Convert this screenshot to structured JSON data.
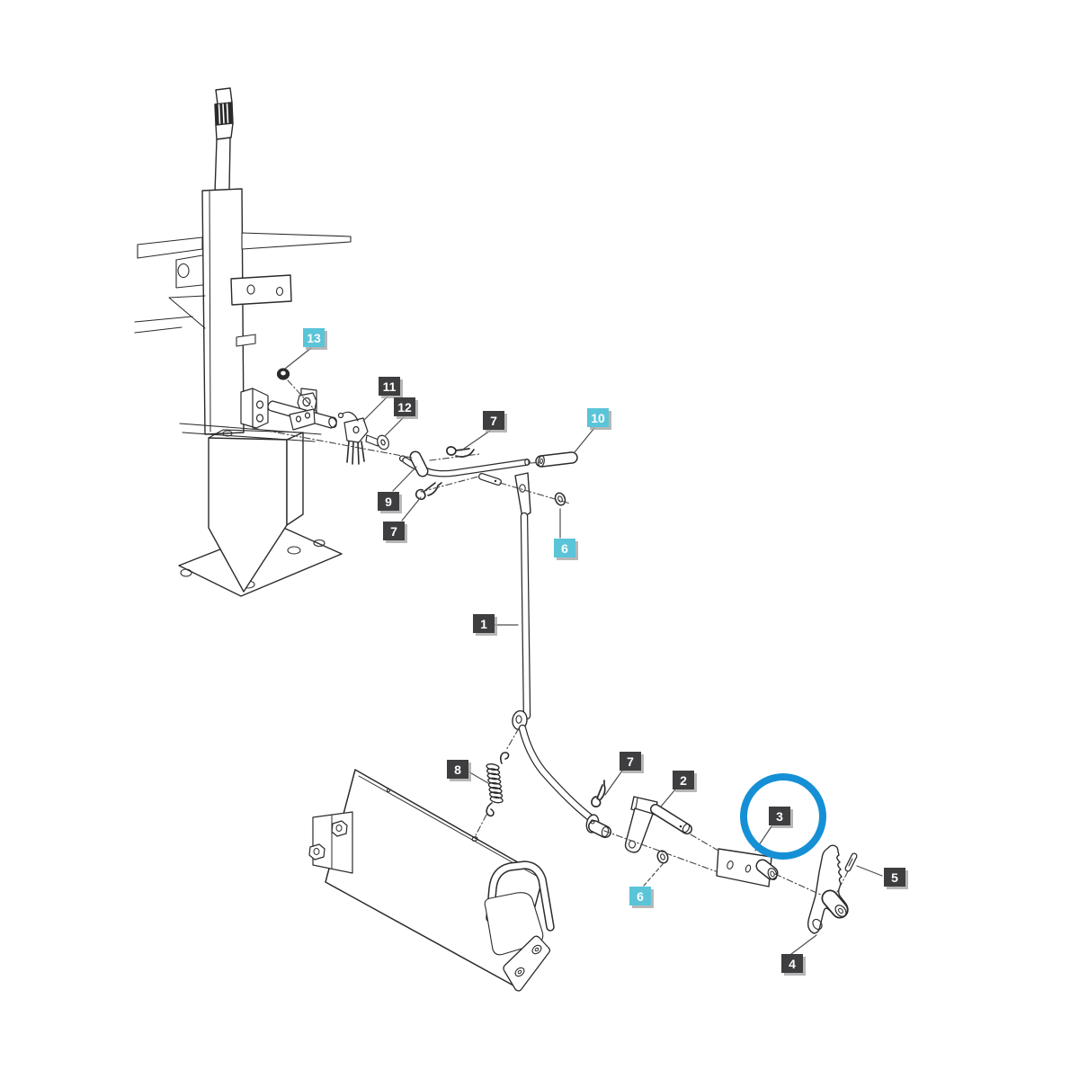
{
  "diagram": {
    "type": "exploded-parts-diagram",
    "background_color": "#ffffff",
    "line_color": "#2b2b2b",
    "label_style": {
      "dark_bg": "#3e3e40",
      "highlight_bg": "#5ac4d8",
      "text_color": "#fdfdfd",
      "shadow_color": "#a5a5a5"
    },
    "highlight_circle": {
      "marks_part": "3",
      "color": "#1590d6",
      "radius": 44,
      "stroke_width": 8
    },
    "parts": [
      {
        "number": "13",
        "variant": "highlight",
        "css_class": "part-label highlight"
      },
      {
        "number": "11",
        "variant": "dark",
        "css_class": "part-label dark"
      },
      {
        "number": "12",
        "variant": "dark",
        "css_class": "part-label dark"
      },
      {
        "number": "7",
        "variant": "dark",
        "css_class": "part-label dark"
      },
      {
        "number": "10",
        "variant": "highlight",
        "css_class": "part-label highlight"
      },
      {
        "number": "9",
        "variant": "dark",
        "css_class": "part-label dark"
      },
      {
        "number": "7",
        "variant": "dark",
        "css_class": "part-label dark"
      },
      {
        "number": "6",
        "variant": "highlight",
        "css_class": "part-label highlight"
      },
      {
        "number": "1",
        "variant": "dark",
        "css_class": "part-label dark"
      },
      {
        "number": "8",
        "variant": "dark",
        "css_class": "part-label dark"
      },
      {
        "number": "7",
        "variant": "dark",
        "css_class": "part-label dark"
      },
      {
        "number": "2",
        "variant": "dark",
        "css_class": "part-label dark"
      },
      {
        "number": "3",
        "variant": "dark",
        "css_class": "part-label dark"
      },
      {
        "number": "6",
        "variant": "highlight",
        "css_class": "part-label highlight"
      },
      {
        "number": "5",
        "variant": "dark",
        "css_class": "part-label dark"
      },
      {
        "number": "4",
        "variant": "dark",
        "css_class": "part-label dark"
      }
    ]
  }
}
